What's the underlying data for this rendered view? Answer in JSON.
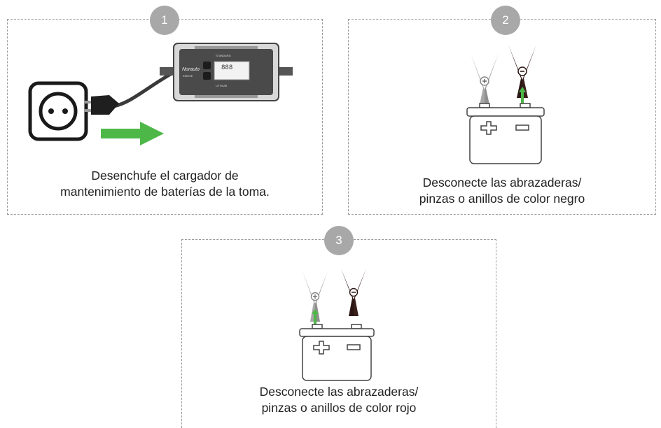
{
  "steps": [
    {
      "number": "1",
      "caption_lines": [
        "Desenchufe el cargador de",
        "mantenimiento de baterías de la toma."
      ],
      "device_labels": {
        "brand": "Norauto",
        "model": "EMOVE",
        "mode_top": "STANDARD",
        "mode_bottom": "LITHIUM",
        "display": "888"
      }
    },
    {
      "number": "2",
      "caption_lines": [
        "Desconecte las abrazaderas/",
        "pinzas o anillos de color negro"
      ]
    },
    {
      "number": "3",
      "caption_lines": [
        "Desconecte las abrazaderas/",
        "pinzas o anillos de color rojo"
      ]
    }
  ],
  "colors": {
    "arrow_green": "#4db848",
    "clamp_red_shown_gray": "#a7a7a7",
    "clamp_black": "#2a1613",
    "badge": "#a8a8a8",
    "dashed_border": "#9a9a9a"
  },
  "icons": [
    "wall-socket-icon",
    "plug-icon",
    "charger-device-icon",
    "battery-icon",
    "red-clamp-icon",
    "black-clamp-icon",
    "green-arrow-icon"
  ]
}
